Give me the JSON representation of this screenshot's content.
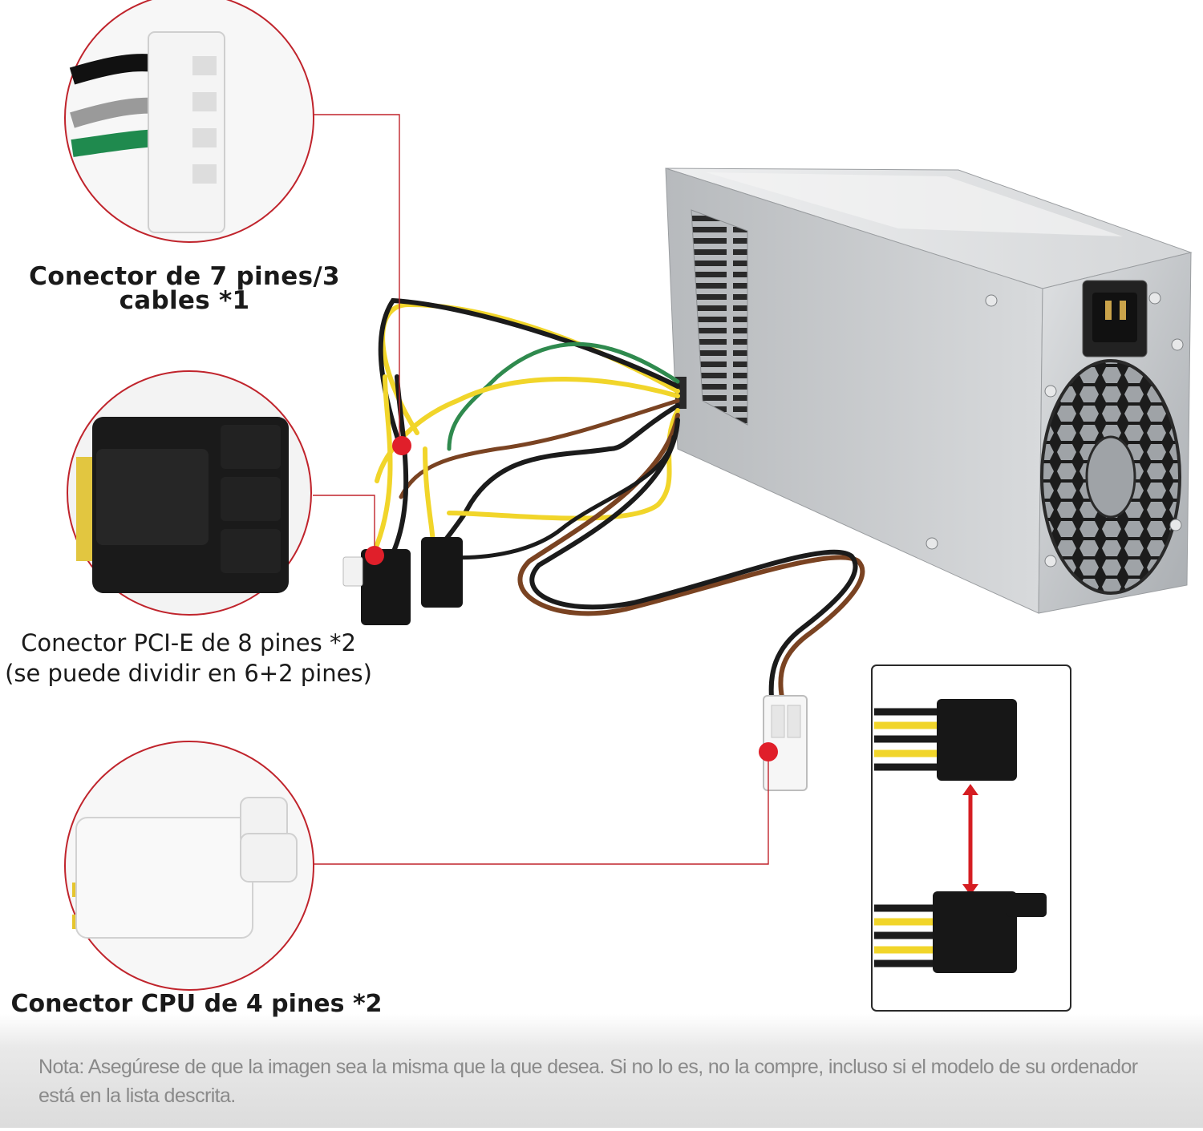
{
  "labels": {
    "seven_pin_line1": "Conector de 7 pines/3",
    "seven_pin_line2": "cables *1",
    "pcie_line1": "Conector PCI-E de 8 pines *2",
    "pcie_line2": "(se puede dividir en 6+2 pines)",
    "cpu": "Conector CPU de 4 pines *2"
  },
  "note": "Nota: Asegúrese de que la imagen sea la misma que la que desea. Si no lo es, no la compre, incluso si el modelo de su ordenador está en la lista descrita.",
  "colors": {
    "callout_red": "#c0242c",
    "dot_red": "#e01f2a",
    "psu_silver": "#c8cacc",
    "cable_yellow": "#f1d52a",
    "cable_black": "#1b1b1b",
    "cable_brown": "#7a4322",
    "cable_green": "#2f8a4e"
  }
}
